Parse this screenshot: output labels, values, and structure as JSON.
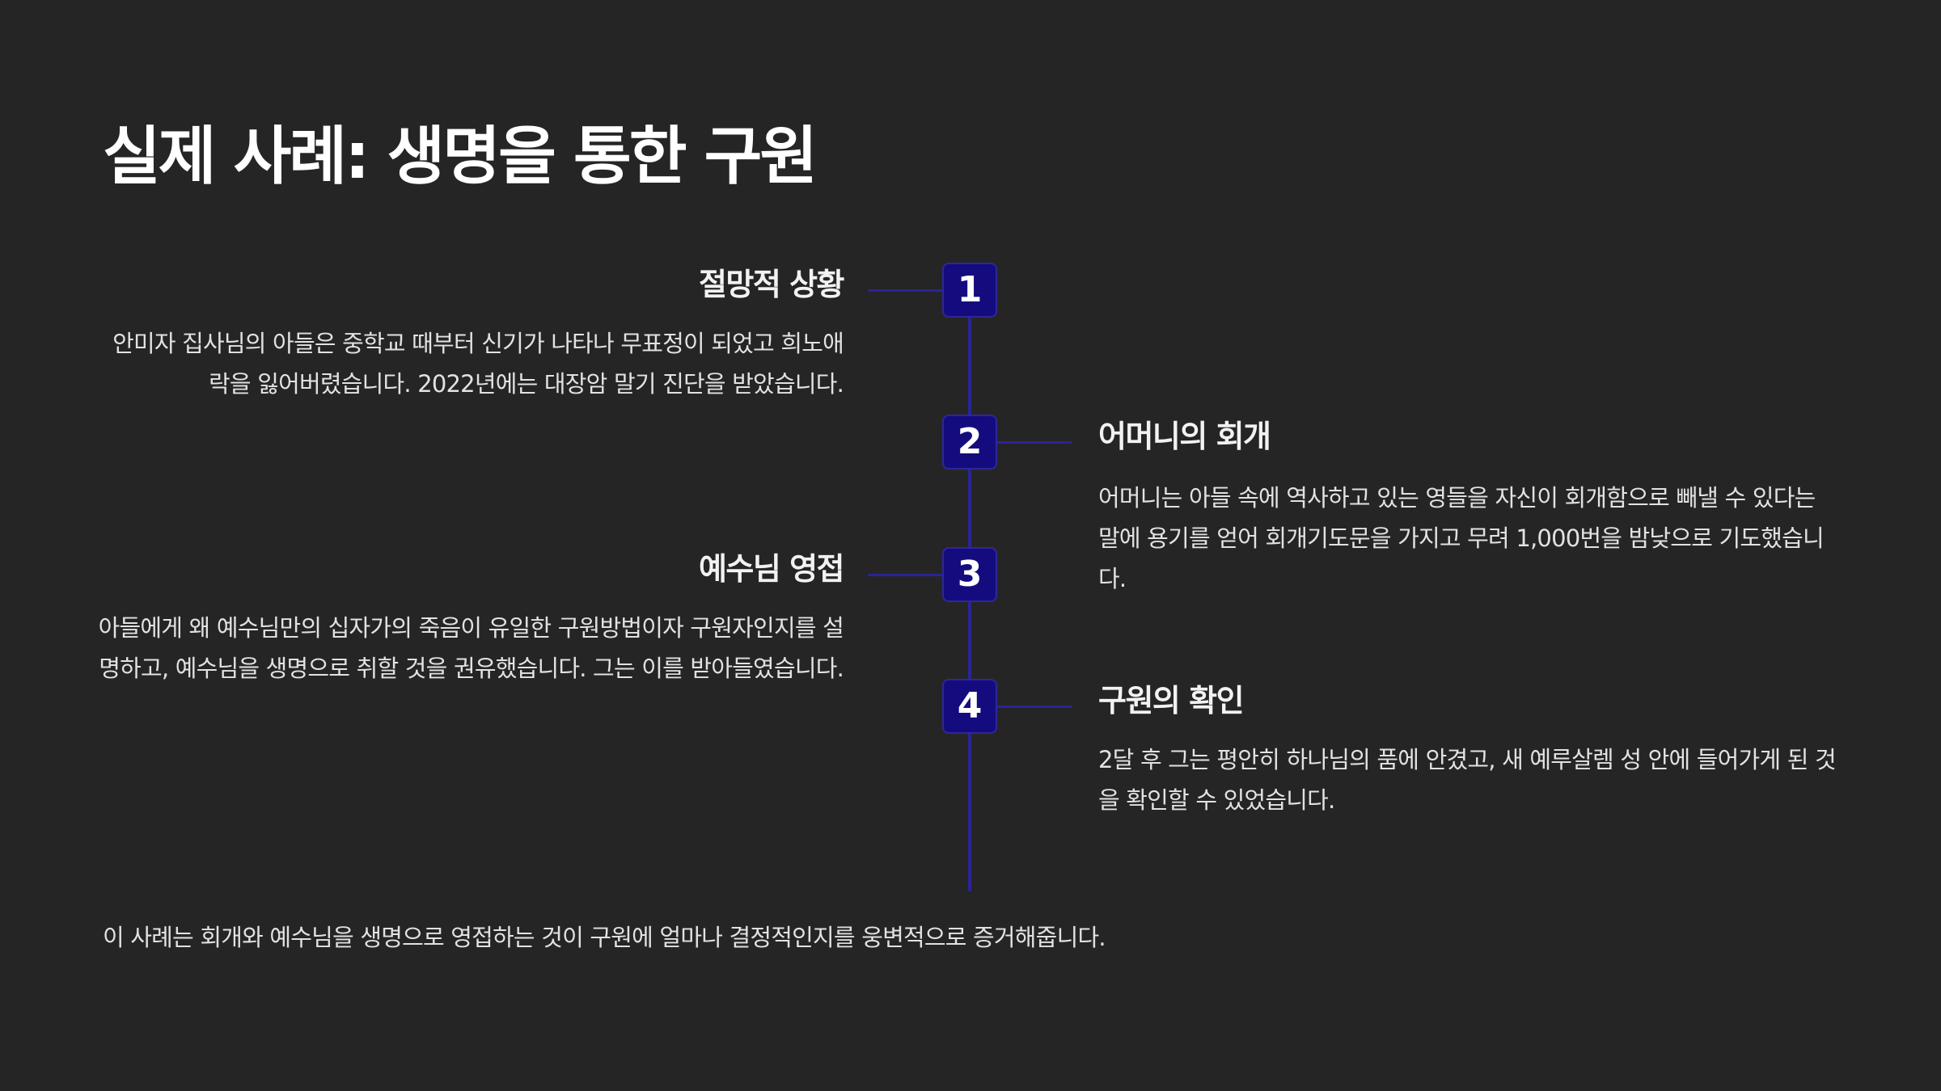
{
  "slide": {
    "title": "실제 사례: 생명을 통한 구원",
    "steps": [
      {
        "number": "1",
        "title": "절망적 상황",
        "body": "안미자 집사님의 아들은 중학교 때부터 신기가 나타나 무표정이 되었고 희노애락을 잃어버렸습니다. 2022년에는 대장암 말기 진단을 받았습니다."
      },
      {
        "number": "2",
        "title": "어머니의 회개",
        "body": "어머니는 아들 속에 역사하고 있는 영들을 자신이 회개함으로 빼낼 수 있다는 말에 용기를 얻어 회개기도문을 가지고 무려 1,000번을 밤낮으로 기도했습니다."
      },
      {
        "number": "3",
        "title": "예수님 영접",
        "body": "아들에게 왜 예수님만의 십자가의 죽음이 유일한 구원방법이자 구원자인지를 설명하고, 예수님을 생명으로 취할 것을 권유했습니다. 그는 이를 받아들였습니다."
      },
      {
        "number": "4",
        "title": "구원의 확인",
        "body": "2달 후 그는 평안히 하나님의 품에 안겼고, 새 예루살렘 성 안에 들어가게 된 것을 확인할 수 있었습니다."
      }
    ],
    "footer": "이 사례는 회개와 예수님을 생명으로 영접하는 것이 구원에 얼마나 결정적인지를 웅변적으로 증거해줍니다.",
    "colors": {
      "background": "#262526",
      "marker_fill": "#140c7e",
      "timeline": "#2a2497",
      "text": "#e2e2e2"
    }
  }
}
